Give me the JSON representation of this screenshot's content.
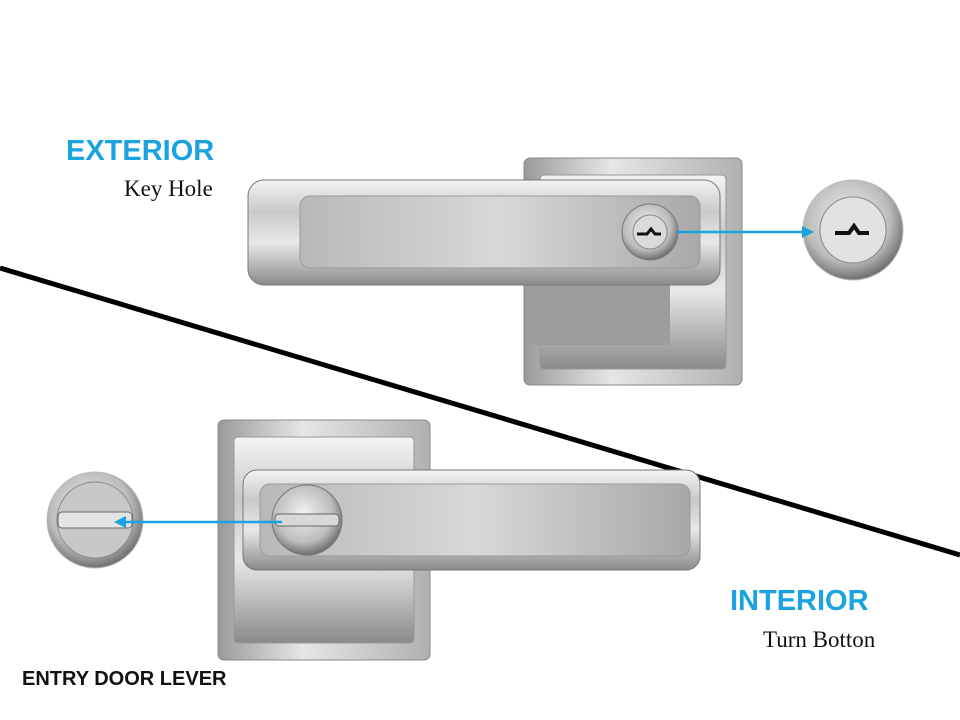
{
  "exterior": {
    "title": "EXTERIOR",
    "subtitle": "Key Hole"
  },
  "interior": {
    "title": "INTERIOR",
    "subtitle": "Turn Botton"
  },
  "caption": "ENTRY DOOR LEVER",
  "colors": {
    "accent": "#1aa3e0",
    "divider": "#000000"
  }
}
